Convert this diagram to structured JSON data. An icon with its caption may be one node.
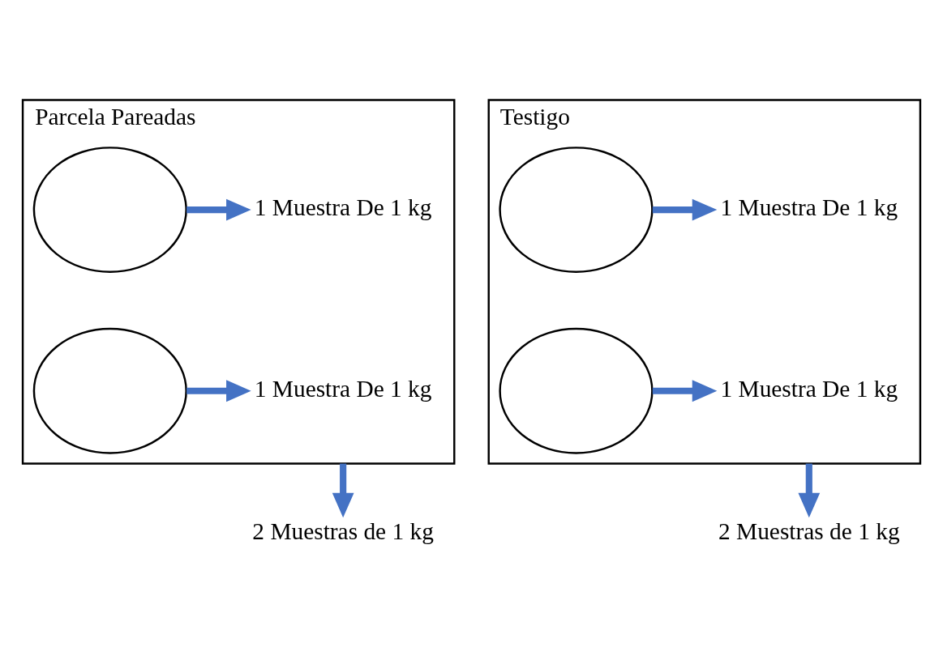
{
  "diagram": {
    "nodes": [
      {
        "text": [
          "Parcela Pareadas"
        ]
      },
      {
        "text": [],
        "shape": "circle",
        "in": 0
      },
      {
        "text": [
          "1 Muestra De 1 kg"
        ],
        "in": 0
      },
      {
        "text": [],
        "shape": "circle",
        "in": 0
      },
      {
        "text": [
          "1 Muestra De 1 kg"
        ],
        "in": 0
      },
      {
        "text": [
          "Testigo"
        ]
      },
      {
        "text": [],
        "shape": "circle",
        "in": 5
      },
      {
        "text": [
          "1 Muestra De 1 kg"
        ],
        "in": 5
      },
      {
        "text": [],
        "shape": "circle",
        "in": 5
      },
      {
        "text": [
          "1 Muestra De 1 kg"
        ],
        "in": 5
      },
      {
        "text": [
          "2 Muestras de 1 kg"
        ]
      },
      {
        "text": [
          "2 Muestras de 1 kg"
        ]
      }
    ],
    "edges": [
      {
        "from": 1,
        "to": 2,
        "arrow": "to"
      },
      {
        "from": 3,
        "to": 4,
        "arrow": "to"
      },
      {
        "from": 6,
        "to": 7,
        "arrow": "to"
      },
      {
        "from": 8,
        "to": 9,
        "arrow": "to"
      },
      {
        "from": 0,
        "to": 10,
        "arrow": "to"
      },
      {
        "from": 5,
        "to": 11,
        "arrow": "to"
      }
    ]
  }
}
